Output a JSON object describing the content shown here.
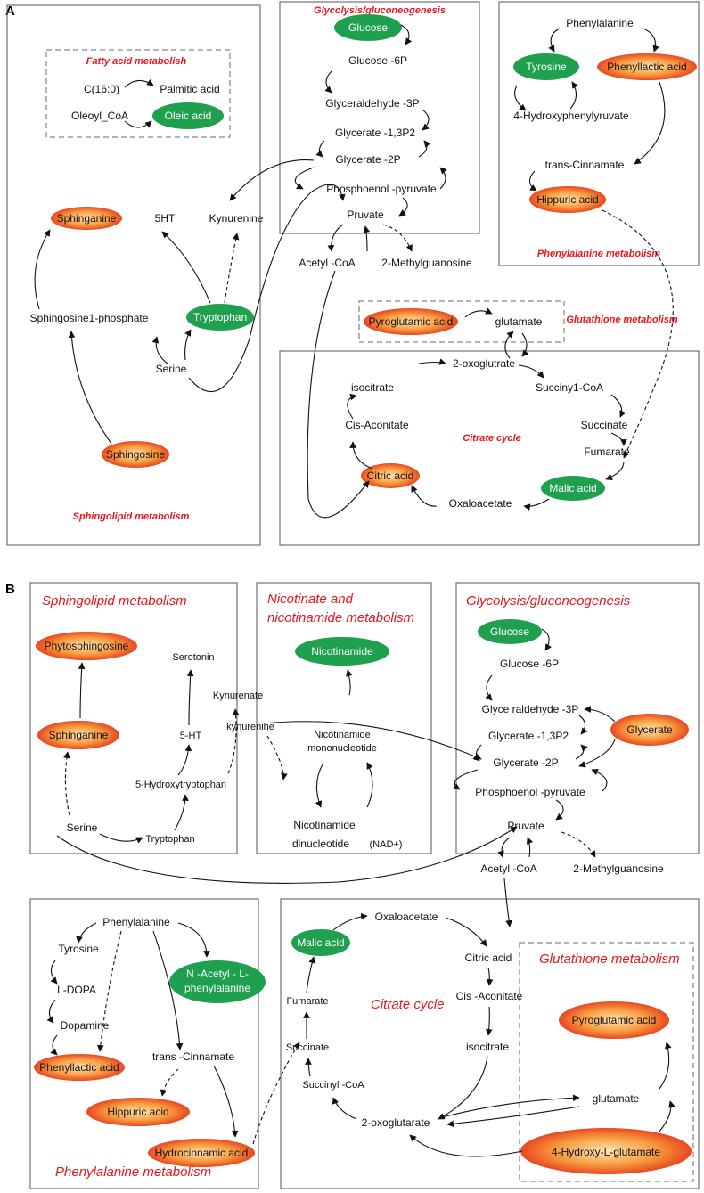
{
  "colors": {
    "accent_red": "#e8141c",
    "up_fill": "#e84a1e",
    "down_fill": "#1fa04f"
  },
  "panels": {
    "a": "A",
    "b": "B"
  },
  "A": {
    "titles": {
      "fatty": "Fatty acid metabolish",
      "glyco": "Glycolysis/gluconeogenesis",
      "phe": "Phenylalanine metabolism",
      "glut": "Glutathione metabolism",
      "citrate": "Citrate cycle",
      "sphingo": "Sphingolipid metabolism"
    },
    "nodes": {
      "c16": "C(16:0)",
      "palmitic": "Palmitic acid",
      "oleoyl": "Oleoyl_CoA",
      "oleic": "Oleic acid",
      "glucose": "Glucose",
      "g6p": "Glucose -6P",
      "g3p": "Glyceraldehyde -3P",
      "g13p2": "Glycerate -1,3P2",
      "g2p": "Glycerate -2P",
      "pep": "Phosphoenol -pyruvate",
      "pruvate": "Pruvate",
      "acetyl": "Acetyl -CoA",
      "methylg": "2-Methylguanosine",
      "phenylalanine": "Phenylalanine",
      "tyrosine": "Tyrosine",
      "phenyllactic": "Phenyllactic acid",
      "hpp": "4-Hydroxyphenylyruvate",
      "cinnamate": "trans-Cinnamate",
      "hippuric": "Hippuric acid",
      "sphinganine": "Sphinganine",
      "ht5": "5HT",
      "kynurenine": "Kynurenine",
      "s1p": "Sphingosine1-phosphate",
      "tryptophan": "Tryptophan",
      "serine": "Serine",
      "sphingosine": "Sphingosine",
      "pyroglutamic": "Pyroglutamic acid",
      "glutamate": "glutamate",
      "oxoglutrate": "2-oxoglutrate",
      "isocitrate": "isocitrate",
      "succinylcoa": "Succiny1-CoA",
      "succinate": "Succinate",
      "fumarate": "Fumarate",
      "cisaconitate": "Cis-Aconitate",
      "citric": "Citric acid",
      "malic": "Malic acid",
      "oxaloacetate": "Oxaloacetate"
    }
  },
  "B": {
    "titles": {
      "sphingo": "Sphingolipid metabolism",
      "nicot1": "Nicotinate and",
      "nicot2": "nicotinamide metabolism",
      "glyco": "Glycolysis/gluconeogenesis",
      "citrate": "Citrate cycle",
      "glut": "Glutathione metabolism",
      "phe": "Phenylalanine metabolism"
    },
    "nodes": {
      "phyto": "Phytosphingosine",
      "sphinganine": "Sphinganine",
      "serotonin": "Serotonin",
      "kynurenate": "Kynurenate",
      "ht5": "5-HT",
      "kynurenine": "kynurenine",
      "htp": "5-Hydroxytryptophan",
      "serine": "Serine",
      "tryptophan": "Tryptophan",
      "nicotinamide": "Nicotinamide",
      "nmn1": "Nicotinamide",
      "nmn2": "mononucleotide",
      "nad1": "Nicotinamide",
      "nad2": "dinucleotide",
      "nad3": "(NAD+)",
      "glucose": "Glucose",
      "g6p": "Glucose -6P",
      "g3p": "Glyce raldehyde -3P",
      "glycerate": "Glycerate",
      "g13p2": "Glycerate -1,3P2",
      "g2p": "Glycerate -2P",
      "pep": "Phosphoenol -pyruvate",
      "pruvate": "Pruvate",
      "acetyl": "Acetyl -CoA",
      "methylg": "2-Methylguanosine",
      "phenylalanine": "Phenylalanine",
      "tyrosine": "Tyrosine",
      "ldopa": "L-DOPA",
      "dopamine": "Dopamine",
      "nacetyl1": "N -Acetyl - L-",
      "nacetyl2": "phenylalanine",
      "phenyllactic": "Phenyllactic acid",
      "cinnamate": "trans -Cinnamate",
      "hippuric": "Hippuric acid",
      "hydrocinnamic": "Hydrocinnamic  acid",
      "oxaloacetate": "Oxaloacetate",
      "malic": "Malic acid",
      "citric": "Citric acid",
      "cisaconitate": "Cis -Aconitate",
      "fumarate": "Fumarate",
      "succinate": "Succinate",
      "isocitrate": "isocitrate",
      "succinylcoa": "Succinyl   -CoA",
      "oxoglutarate": "2-oxoglutarate",
      "pyroglutamic": "Pyroglutamic acid",
      "glutamate": "glutamate",
      "hydroxyglutamate": "4-Hydroxy-L-glutamate"
    }
  }
}
